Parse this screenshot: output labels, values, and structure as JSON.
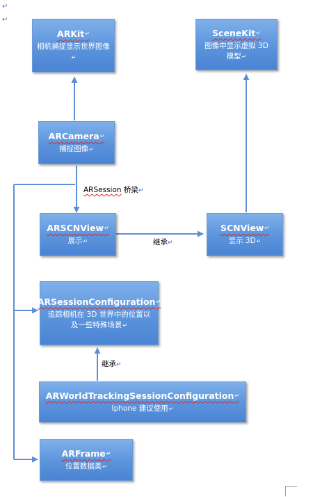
{
  "page": {
    "return_mark_1": "↵",
    "return_mark_2": "↵",
    "return_glyph": "↵",
    "node_mark": "↵"
  },
  "nodes": {
    "arkit": {
      "title": "ARKit",
      "subtitle": "相机捕捉显示世界图像"
    },
    "scenekit": {
      "title": "SceneKit",
      "subtitle": "图像中显示虚拟 3D 模型"
    },
    "arcamera": {
      "title": "ARCamera",
      "subtitle": "捕捉图像"
    },
    "arscnview": {
      "title": "ARSCNView",
      "subtitle": "展示"
    },
    "scnview": {
      "title": "SCNView",
      "subtitle": "显示 3D"
    },
    "arsessionconfiguration": {
      "title": "ARSessionConfiguration",
      "subtitle": "追踪相机在 3D 世界中的位置以及一些特殊场景"
    },
    "arworldtracking": {
      "title": "ARWorldTrackingSessionConfiguration",
      "subtitle": "Iphone 建议使用"
    },
    "arframe": {
      "title": "ARFrame",
      "subtitle": "位置数据类"
    }
  },
  "edge_labels": {
    "bridge": {
      "en": "ARSession",
      "zh": " 桥梁"
    },
    "inherit_1": "继承",
    "inherit_2": "继承"
  },
  "colors": {
    "node_fill_top": "#7fb0ea",
    "node_fill_bottom": "#4a84d3",
    "connector": "#5b8fd6",
    "spell_underline": "#d42a2a"
  }
}
